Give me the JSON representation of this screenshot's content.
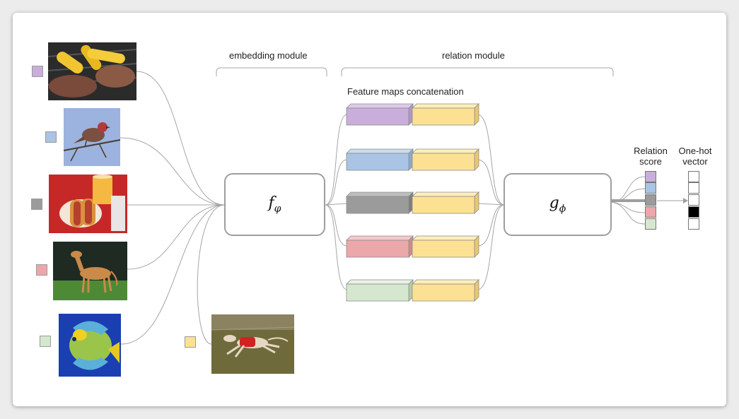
{
  "labels": {
    "embedding_module": "embedding module",
    "relation_module": "relation module",
    "feature_maps": "Feature maps concatenation",
    "relation_score_line1": "Relation",
    "relation_score_line2": "score",
    "onehot_line1": "One-hot",
    "onehot_line2": "vector"
  },
  "modules": {
    "f": {
      "symbol": "f",
      "subscript": "φ"
    },
    "g": {
      "symbol": "g",
      "subscript": "ϕ"
    }
  },
  "colors": {
    "purple": "#c9aedb",
    "blue": "#a9c4e4",
    "gray": "#9b9b9b",
    "pink": "#eba7aa",
    "green": "#d5e8cf",
    "yellow": "#fde193",
    "active": "#000000"
  },
  "support_images": [
    {
      "subject": "grilled-corn-and-steak",
      "color": "purple"
    },
    {
      "subject": "bird-on-branch",
      "color": "blue"
    },
    {
      "subject": "hot-dogs-with-drink",
      "color": "gray"
    },
    {
      "subject": "dog-standing",
      "color": "pink"
    },
    {
      "subject": "angelfish",
      "color": "green"
    }
  ],
  "query_image": {
    "subject": "running-dog",
    "color": "yellow"
  },
  "relation_score_colors": [
    "purple",
    "blue",
    "gray",
    "pink",
    "green"
  ],
  "onehot_vector": [
    0,
    0,
    0,
    1,
    0
  ]
}
